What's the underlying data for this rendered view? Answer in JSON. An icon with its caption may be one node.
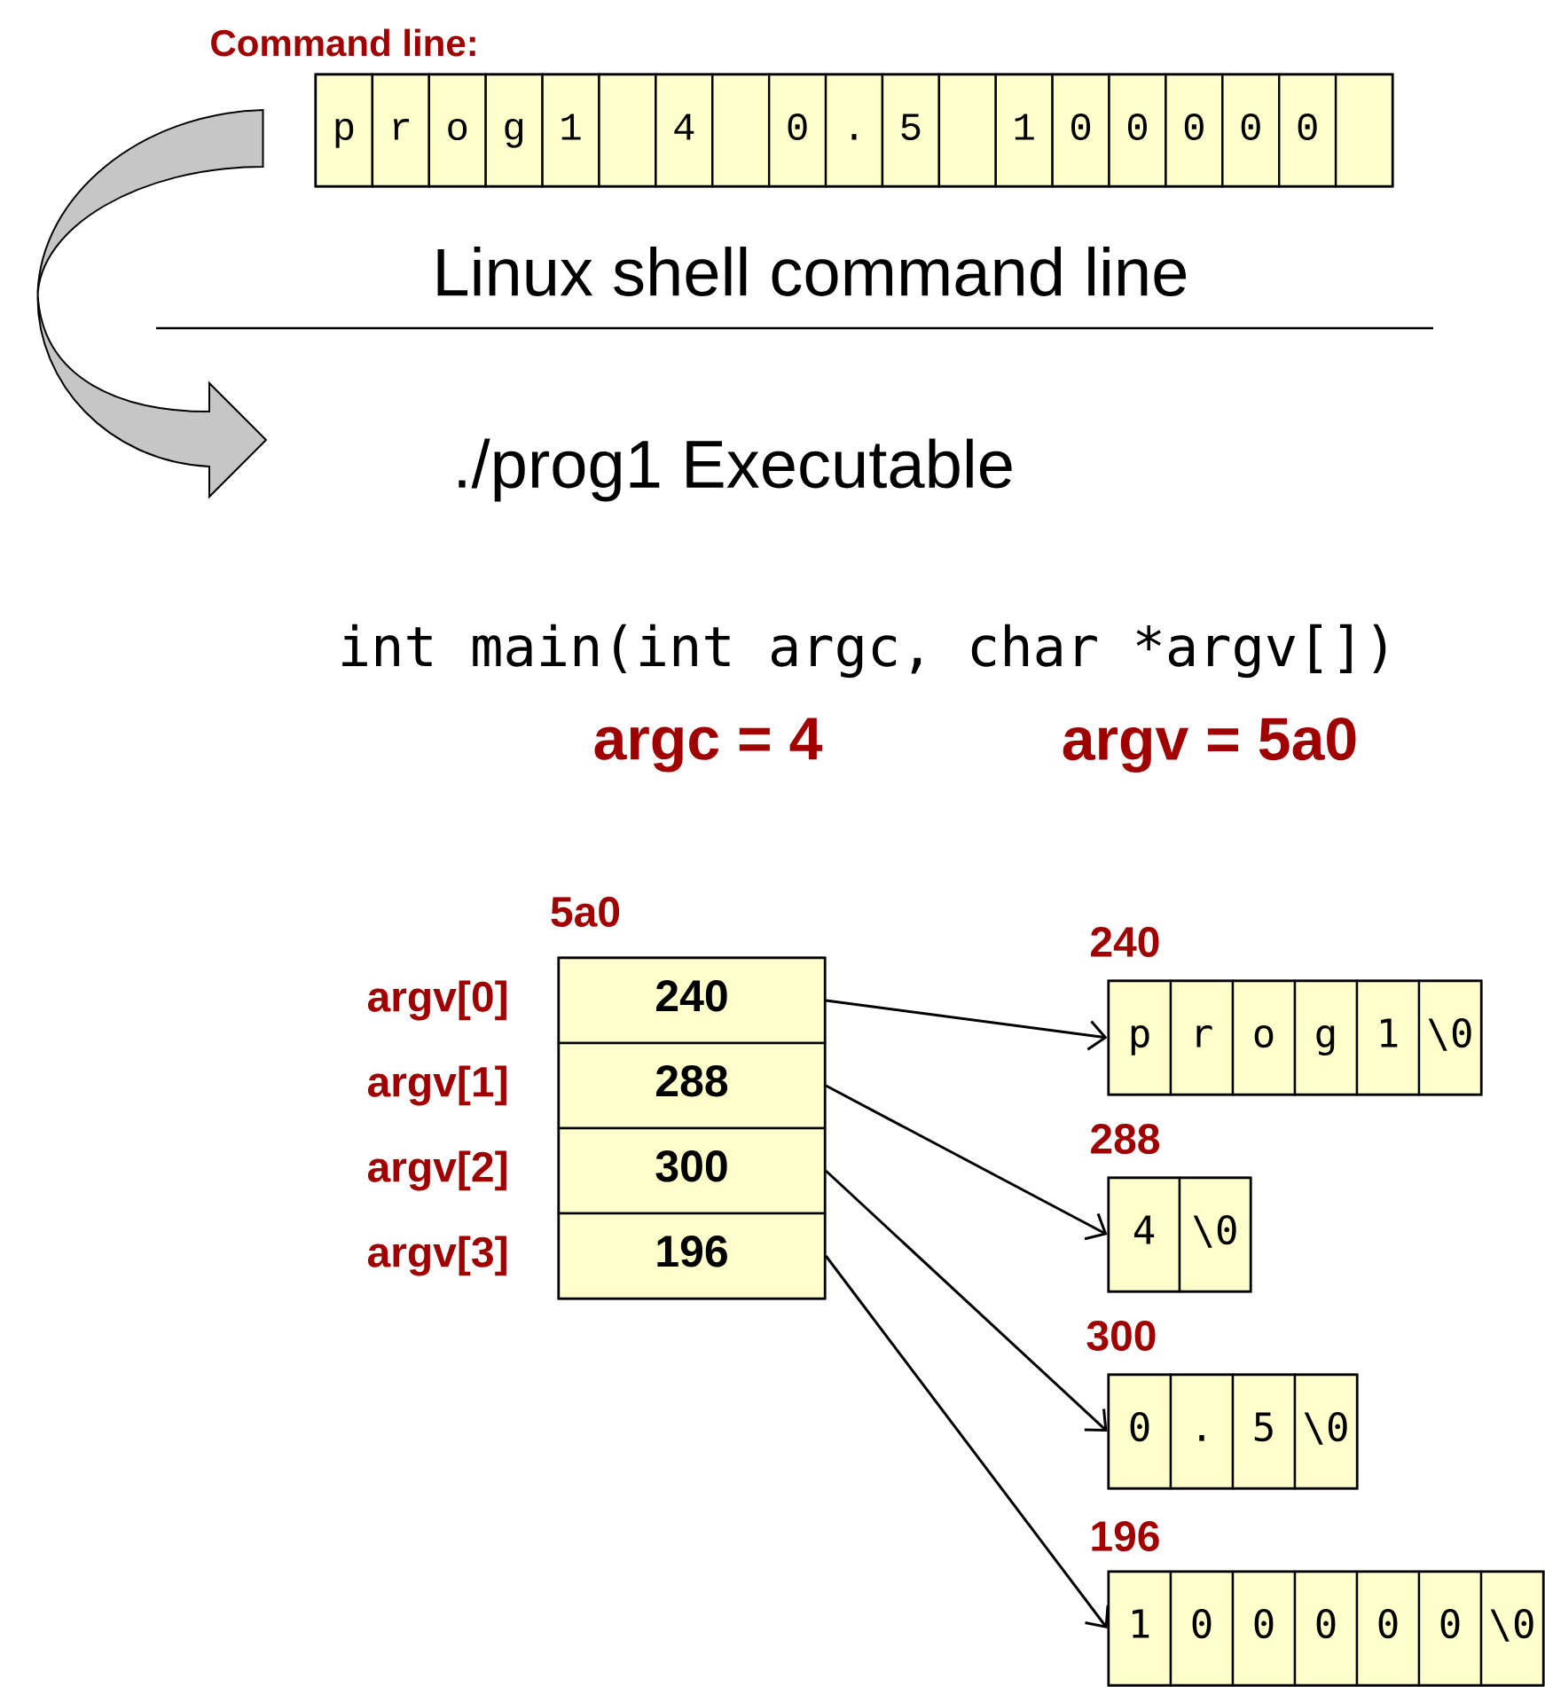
{
  "diagram": {
    "nodes": [
      {
        "text": [
          "Command line:"
        ]
      },
      {
        "text": [
          "p"
        ],
        "in": 0
      },
      {
        "text": [
          "r"
        ],
        "in": 0
      },
      {
        "text": [
          "o"
        ],
        "in": 0
      },
      {
        "text": [
          "g"
        ],
        "in": 0
      },
      {
        "text": [
          "1"
        ],
        "in": 0
      },
      {
        "text": [],
        "shape": "box",
        "in": 0
      },
      {
        "text": [
          "4"
        ],
        "in": 0
      },
      {
        "text": [],
        "shape": "box",
        "in": 0
      },
      {
        "text": [
          "0"
        ],
        "in": 0
      },
      {
        "text": [
          "."
        ],
        "in": 0
      },
      {
        "text": [
          "5"
        ],
        "in": 0
      },
      {
        "text": [],
        "shape": "box",
        "in": 0
      },
      {
        "text": [
          "1"
        ],
        "in": 0
      },
      {
        "text": [
          "0"
        ],
        "in": 0
      },
      {
        "text": [
          "0"
        ],
        "in": 0
      },
      {
        "text": [
          "0"
        ],
        "in": 0
      },
      {
        "text": [
          "0"
        ],
        "in": 0
      },
      {
        "text": [
          "0"
        ],
        "in": 0
      },
      {
        "text": [],
        "shape": "box",
        "in": 0
      },
      {
        "text": [
          "Linux shell command line"
        ]
      },
      {
        "text": [
          "./prog1 Executable"
        ]
      },
      {
        "text": [
          "5a0"
        ]
      },
      {
        "text": [
          "240"
        ],
        "beside": [
          "argv[0]"
        ],
        "in": 22
      },
      {
        "text": [
          "288"
        ],
        "beside": [
          "argv[1]"
        ],
        "in": 22
      },
      {
        "text": [
          "300"
        ],
        "beside": [
          "argv[2]"
        ],
        "in": 22
      },
      {
        "text": [
          "196"
        ],
        "beside": [
          "argv[3]"
        ],
        "in": 22
      },
      {
        "text": [
          "240"
        ]
      },
      {
        "text": [
          "p"
        ],
        "in": 27
      },
      {
        "text": [
          "r"
        ],
        "in": 27
      },
      {
        "text": [
          "o"
        ],
        "in": 27
      },
      {
        "text": [
          "g"
        ],
        "in": 27
      },
      {
        "text": [
          "1"
        ],
        "in": 27
      },
      {
        "text": [
          "\\0"
        ],
        "in": 27
      },
      {
        "text": [
          "288"
        ]
      },
      {
        "text": [
          "4"
        ],
        "in": 34
      },
      {
        "text": [
          "\\0"
        ],
        "in": 34
      },
      {
        "text": [
          "300"
        ]
      },
      {
        "text": [
          "0"
        ],
        "in": 37
      },
      {
        "text": [
          "."
        ],
        "in": 37
      },
      {
        "text": [
          "5"
        ],
        "in": 37
      },
      {
        "text": [
          "\\0"
        ],
        "in": 37
      },
      {
        "text": [
          "196"
        ]
      },
      {
        "text": [
          "1"
        ],
        "in": 42
      },
      {
        "text": [
          "0"
        ],
        "in": 42
      },
      {
        "text": [
          "0"
        ],
        "in": 42
      },
      {
        "text": [
          "0"
        ],
        "in": 42
      },
      {
        "text": [
          "0"
        ],
        "in": 42
      },
      {
        "text": [
          "0"
        ],
        "in": 42
      },
      {
        "text": [
          "\\0"
        ],
        "in": 42
      }
    ],
    "edges": [
      {
        "from": 0,
        "to": 21,
        "arrow": "to"
      },
      {
        "from": 23,
        "to": 27,
        "arrow": "to"
      },
      {
        "from": 24,
        "to": 34,
        "arrow": "to"
      },
      {
        "from": 25,
        "to": 37,
        "arrow": "to"
      },
      {
        "from": 26,
        "to": 42,
        "arrow": "to"
      }
    ],
    "labels": [
      "int main(int argc, char *argv[])",
      "argc = 4",
      "argv = 5a0"
    ]
  }
}
